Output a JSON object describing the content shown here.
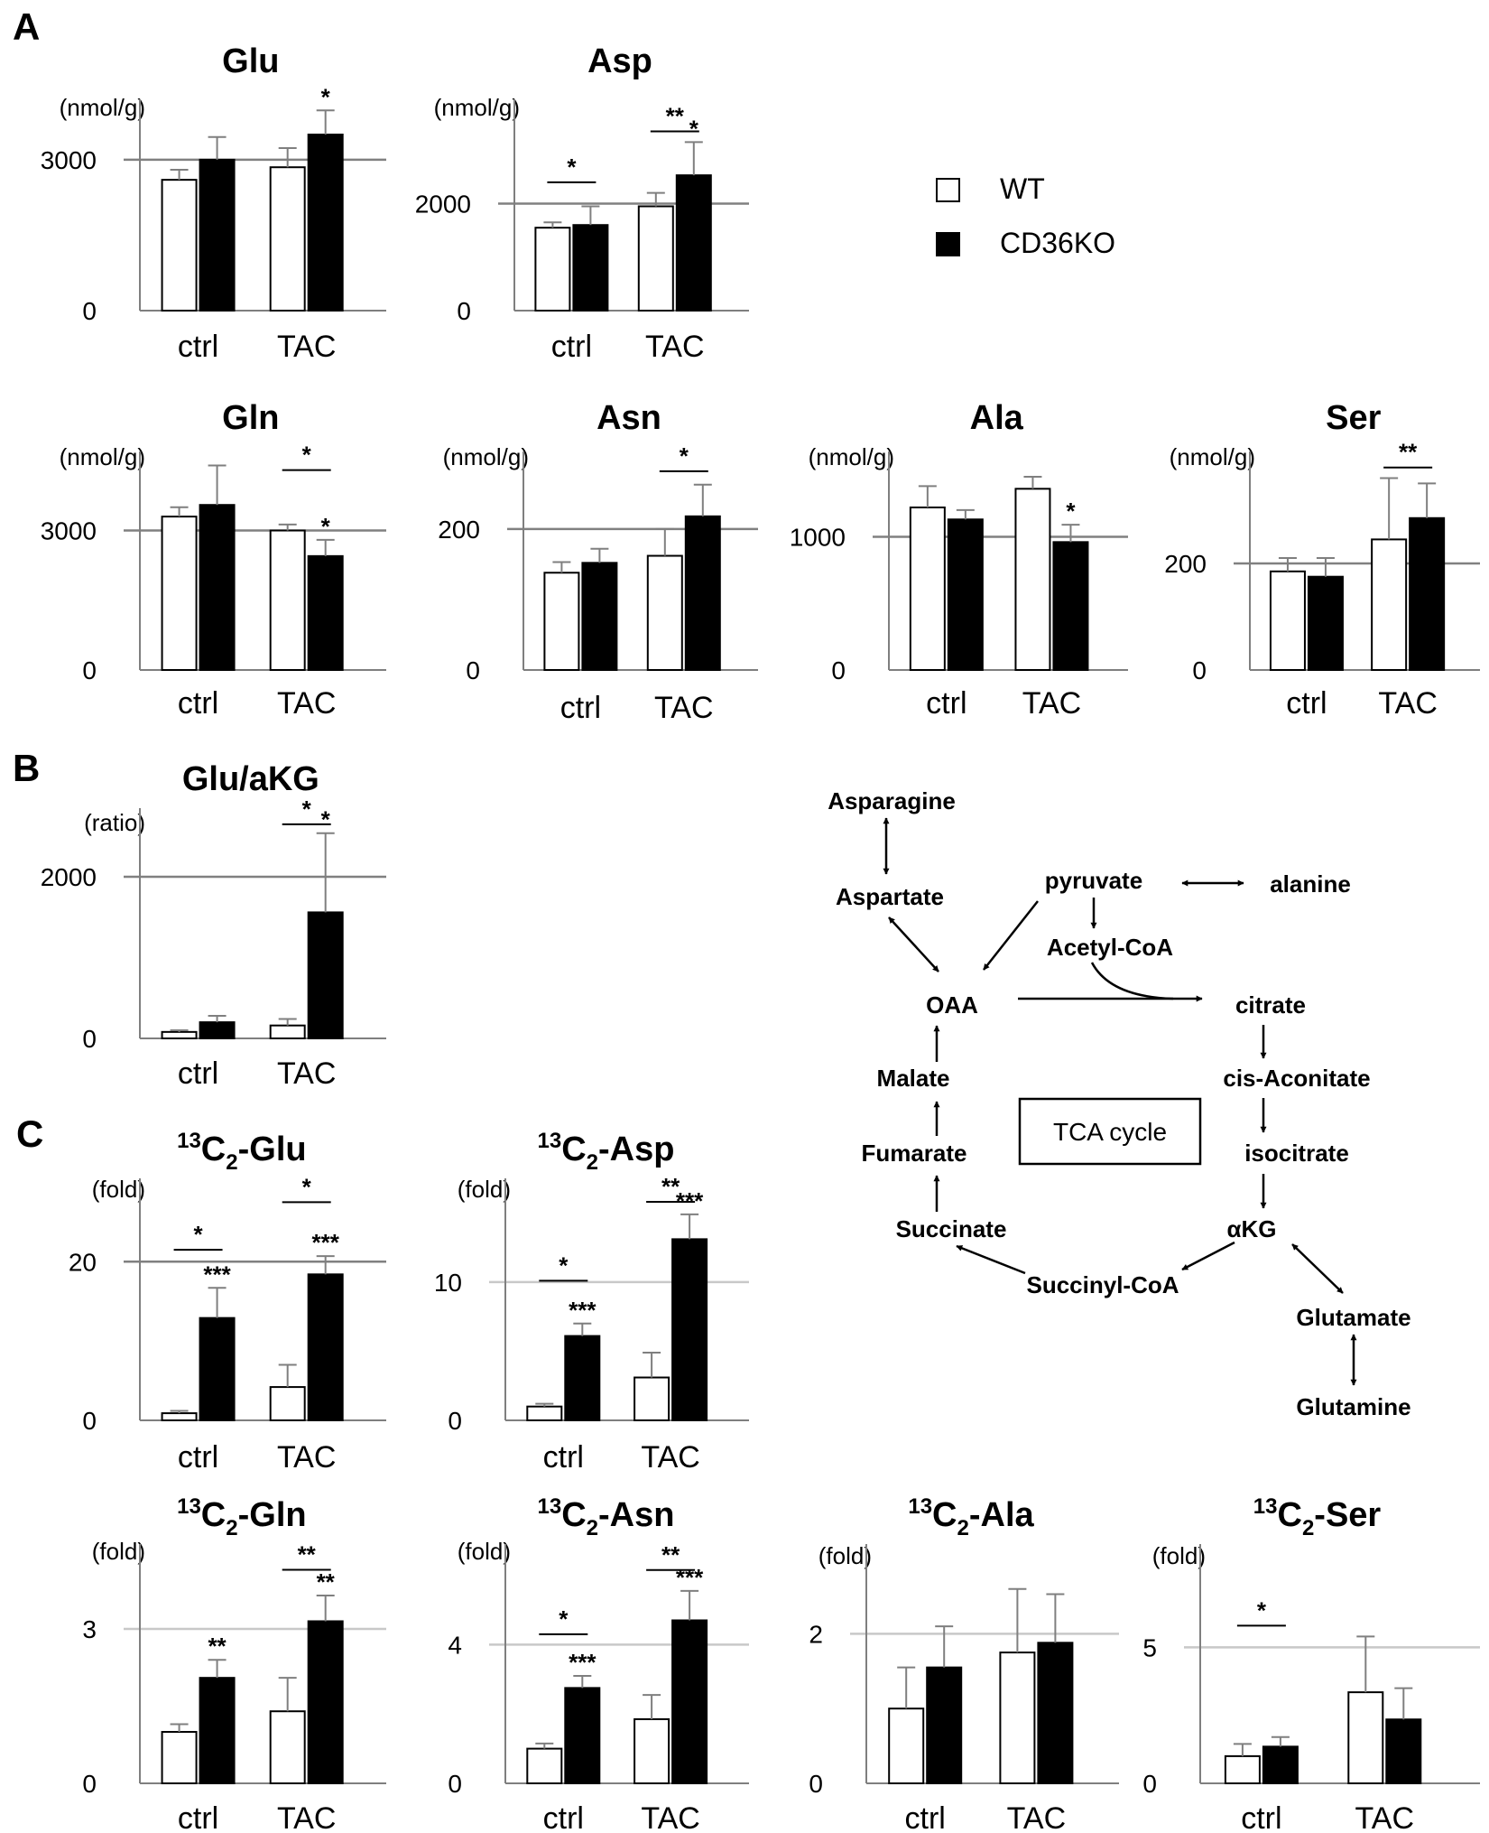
{
  "panel_labels": {
    "a": "A",
    "b": "B",
    "c": "C"
  },
  "legend": {
    "wt": "WT",
    "ko": "CD36KO"
  },
  "colors": {
    "wt_fill": "#ffffff",
    "ko_fill": "#000000",
    "axis": "#7f7f7f",
    "ref": "#808080",
    "ref_light": "#c8c8c8"
  },
  "chart_data": [
    {
      "id": "glu",
      "type": "bar",
      "title": "Glu",
      "ylabel": "(nmol/g)",
      "ylim": [
        0,
        4200
      ],
      "yticks": [
        0,
        3000
      ],
      "ref": 3000,
      "categories": [
        "ctrl",
        "TAC"
      ],
      "series": [
        {
          "name": "WT",
          "values": [
            2600,
            2850
          ],
          "errors": [
            200,
            380
          ]
        },
        {
          "name": "CD36KO",
          "values": [
            3000,
            3500
          ],
          "errors": [
            450,
            480
          ]
        }
      ],
      "annotations": [
        {
          "text": "*",
          "category": "TAC",
          "series": "CD36KO"
        }
      ],
      "brackets": []
    },
    {
      "id": "asp",
      "type": "bar",
      "title": "Asp",
      "ylabel": "(nmol/g)",
      "ylim": [
        0,
        3950
      ],
      "yticks": [
        0,
        2000
      ],
      "ref": 2000,
      "categories": [
        "ctrl",
        "TAC"
      ],
      "series": [
        {
          "name": "WT",
          "values": [
            1550,
            1950
          ],
          "errors": [
            100,
            250
          ]
        },
        {
          "name": "CD36KO",
          "values": [
            1600,
            2530
          ],
          "errors": [
            350,
            620
          ]
        }
      ],
      "annotations": [
        {
          "text": "*",
          "category": "TAC",
          "series": "CD36KO"
        }
      ],
      "brackets": [
        {
          "from": [
            0,
            0
          ],
          "to": [
            1,
            0
          ],
          "text": "*",
          "y": 2400
        },
        {
          "from": [
            0,
            1
          ],
          "to": [
            1,
            1
          ],
          "text": "**",
          "y": 3350
        }
      ]
    },
    {
      "id": "gln",
      "type": "bar",
      "title": "Gln",
      "ylabel": "(nmol/g)",
      "ylim": [
        0,
        4700
      ],
      "yticks": [
        0,
        3000
      ],
      "ref": 3000,
      "categories": [
        "ctrl",
        "TAC"
      ],
      "series": [
        {
          "name": "WT",
          "values": [
            3300,
            3000
          ],
          "errors": [
            200,
            130
          ]
        },
        {
          "name": "CD36KO",
          "values": [
            3550,
            2450
          ],
          "errors": [
            850,
            350
          ]
        }
      ],
      "annotations": [
        {
          "text": "*",
          "category": "TAC",
          "series": "CD36KO"
        }
      ],
      "brackets": [
        {
          "from": [
            0,
            1
          ],
          "to": [
            1,
            1
          ],
          "text": "*",
          "y": 4300
        }
      ]
    },
    {
      "id": "asn",
      "type": "bar",
      "title": "Asn",
      "ylabel": "(nmol/g)",
      "ylim": [
        0,
        310
      ],
      "yticks": [
        0,
        200
      ],
      "ref": 200,
      "categories": [
        "ctrl",
        "TAC"
      ],
      "series": [
        {
          "name": "WT",
          "values": [
            138,
            162
          ],
          "errors": [
            15,
            38
          ]
        },
        {
          "name": "CD36KO",
          "values": [
            152,
            218
          ],
          "errors": [
            20,
            45
          ]
        }
      ],
      "annotations": [],
      "brackets": [
        {
          "from": [
            0,
            1
          ],
          "to": [
            1,
            1
          ],
          "text": "*",
          "y": 282
        }
      ]
    },
    {
      "id": "ala",
      "type": "bar",
      "title": "Ala",
      "ylabel": "(nmol/g)",
      "ylim": [
        0,
        1640
      ],
      "yticks": [
        0,
        1000
      ],
      "ref": 1000,
      "categories": [
        "ctrl",
        "TAC"
      ],
      "series": [
        {
          "name": "WT",
          "values": [
            1220,
            1360
          ],
          "errors": [
            160,
            90
          ]
        },
        {
          "name": "CD36KO",
          "values": [
            1130,
            960
          ],
          "errors": [
            70,
            130
          ]
        }
      ],
      "annotations": [
        {
          "text": "*",
          "category": "TAC",
          "series": "CD36KO"
        }
      ],
      "brackets": []
    },
    {
      "id": "ser",
      "type": "bar",
      "title": "Ser",
      "ylabel": "(nmol/g)",
      "ylim": [
        0,
        410
      ],
      "yticks": [
        0,
        200
      ],
      "ref": 200,
      "categories": [
        "ctrl",
        "TAC"
      ],
      "series": [
        {
          "name": "WT",
          "values": [
            185,
            245
          ],
          "errors": [
            25,
            115
          ]
        },
        {
          "name": "CD36KO",
          "values": [
            175,
            285
          ],
          "errors": [
            35,
            65
          ]
        }
      ],
      "annotations": [],
      "brackets": [
        {
          "from": [
            0,
            1
          ],
          "to": [
            1,
            1
          ],
          "text": "**",
          "y": 380
        }
      ]
    },
    {
      "id": "glu_akg",
      "type": "bar",
      "title": "Glu/aKG",
      "ylabel": "(ratio)",
      "ylim": [
        0,
        2850
      ],
      "yticks": [
        0,
        2000
      ],
      "ref": 2000,
      "categories": [
        "ctrl",
        "TAC"
      ],
      "series": [
        {
          "name": "WT",
          "values": [
            80,
            160
          ],
          "errors": [
            20,
            80
          ]
        },
        {
          "name": "CD36KO",
          "values": [
            200,
            1560
          ],
          "errors": [
            80,
            980
          ]
        }
      ],
      "annotations": [
        {
          "text": "*",
          "category": "TAC",
          "series": "CD36KO"
        }
      ],
      "brackets": [
        {
          "from": [
            0,
            1
          ],
          "to": [
            1,
            1
          ],
          "text": "*",
          "y": 2650
        }
      ]
    },
    {
      "id": "c13_glu",
      "type": "bar",
      "title_sup": "13",
      "title_main": "C",
      "title_sub": "2",
      "title_rest": "-Glu",
      "ylabel": "(fold)",
      "ylim": [
        0,
        30.5
      ],
      "yticks": [
        0,
        20
      ],
      "ref": 20,
      "ref_light": false,
      "categories": [
        "ctrl",
        "TAC"
      ],
      "series": [
        {
          "name": "WT",
          "values": [
            0.9,
            4.2
          ],
          "errors": [
            0.3,
            2.8
          ]
        },
        {
          "name": "CD36KO",
          "values": [
            12.9,
            18.4
          ],
          "errors": [
            3.8,
            2.3
          ]
        }
      ],
      "annotations": [
        {
          "text": "***",
          "category": "ctrl",
          "series": "CD36KO"
        },
        {
          "text": "***",
          "category": "TAC",
          "series": "CD36KO"
        }
      ],
      "brackets": [
        {
          "from": [
            0,
            0
          ],
          "to": [
            1,
            0
          ],
          "text": "*",
          "y": 21.5
        },
        {
          "from": [
            0,
            1
          ],
          "to": [
            1,
            1
          ],
          "text": "*",
          "y": 27.5
        }
      ]
    },
    {
      "id": "c13_asp",
      "type": "bar",
      "title_sup": "13",
      "title_main": "C",
      "title_sub": "2",
      "title_rest": "-Asp",
      "ylabel": "(fold)",
      "ylim": [
        0,
        17.5
      ],
      "yticks": [
        0,
        10
      ],
      "ref": 10,
      "ref_light": true,
      "categories": [
        "ctrl",
        "TAC"
      ],
      "series": [
        {
          "name": "WT",
          "values": [
            1.0,
            3.1
          ],
          "errors": [
            0.2,
            1.8
          ]
        },
        {
          "name": "CD36KO",
          "values": [
            6.1,
            13.1
          ],
          "errors": [
            0.9,
            1.8
          ]
        }
      ],
      "annotations": [
        {
          "text": "***",
          "category": "ctrl",
          "series": "CD36KO"
        },
        {
          "text": "***",
          "category": "TAC",
          "series": "CD36KO"
        }
      ],
      "brackets": [
        {
          "from": [
            0,
            0
          ],
          "to": [
            1,
            0
          ],
          "text": "*",
          "y": 10.1
        },
        {
          "from": [
            0,
            1
          ],
          "to": [
            1,
            1
          ],
          "text": "**",
          "y": 15.8
        }
      ]
    },
    {
      "id": "c13_gln",
      "type": "bar",
      "title_sup": "13",
      "title_main": "C",
      "title_sub": "2",
      "title_rest": "-Gln",
      "ylabel": "(fold)",
      "ylim": [
        0,
        4.65
      ],
      "yticks": [
        0,
        3
      ],
      "ref": 3,
      "ref_light": true,
      "categories": [
        "ctrl",
        "TAC"
      ],
      "series": [
        {
          "name": "WT",
          "values": [
            1.0,
            1.4
          ],
          "errors": [
            0.15,
            0.65
          ]
        },
        {
          "name": "CD36KO",
          "values": [
            2.05,
            3.15
          ],
          "errors": [
            0.35,
            0.5
          ]
        }
      ],
      "annotations": [
        {
          "text": "**",
          "category": "ctrl",
          "series": "CD36KO"
        },
        {
          "text": "**",
          "category": "TAC",
          "series": "CD36KO"
        }
      ],
      "brackets": [
        {
          "from": [
            0,
            1
          ],
          "to": [
            1,
            1
          ],
          "text": "**",
          "y": 4.15
        }
      ]
    },
    {
      "id": "c13_asn",
      "type": "bar",
      "title_sup": "13",
      "title_main": "C",
      "title_sub": "2",
      "title_rest": "-Asn",
      "ylabel": "(fold)",
      "ylim": [
        0,
        6.9
      ],
      "yticks": [
        0,
        4
      ],
      "ref": 4,
      "ref_light": true,
      "categories": [
        "ctrl",
        "TAC"
      ],
      "series": [
        {
          "name": "WT",
          "values": [
            1.0,
            1.85
          ],
          "errors": [
            0.15,
            0.7
          ]
        },
        {
          "name": "CD36KO",
          "values": [
            2.75,
            4.7
          ],
          "errors": [
            0.35,
            0.85
          ]
        }
      ],
      "annotations": [
        {
          "text": "***",
          "category": "ctrl",
          "series": "CD36KO"
        },
        {
          "text": "***",
          "category": "TAC",
          "series": "CD36KO"
        }
      ],
      "brackets": [
        {
          "from": [
            0,
            0
          ],
          "to": [
            1,
            0
          ],
          "text": "*",
          "y": 4.3
        },
        {
          "from": [
            0,
            1
          ],
          "to": [
            1,
            1
          ],
          "text": "**",
          "y": 6.15
        }
      ]
    },
    {
      "id": "c13_ala",
      "type": "bar",
      "title_sup": "13",
      "title_main": "C",
      "title_sub": "2",
      "title_rest": "-Ala",
      "ylabel": "(fold)",
      "ylim": [
        0,
        3.2
      ],
      "yticks": [
        0,
        2
      ],
      "ref": 2,
      "ref_light": true,
      "categories": [
        "ctrl",
        "TAC"
      ],
      "series": [
        {
          "name": "WT",
          "values": [
            1.0,
            1.75
          ],
          "errors": [
            0.55,
            0.85
          ]
        },
        {
          "name": "CD36KO",
          "values": [
            1.55,
            1.88
          ],
          "errors": [
            0.55,
            0.65
          ]
        }
      ],
      "annotations": [],
      "brackets": []
    },
    {
      "id": "c13_ser",
      "type": "bar",
      "title_sup": "13",
      "title_main": "C",
      "title_sub": "2",
      "title_rest": "-Ser",
      "ylabel": "(fold)",
      "ylim": [
        0,
        8.8
      ],
      "yticks": [
        0,
        5
      ],
      "ref": 5,
      "ref_light": true,
      "categories": [
        "ctrl",
        "TAC"
      ],
      "series": [
        {
          "name": "WT",
          "values": [
            1.0,
            3.35
          ],
          "errors": [
            0.45,
            2.05
          ]
        },
        {
          "name": "CD36KO",
          "values": [
            1.35,
            2.35
          ],
          "errors": [
            0.35,
            1.15
          ]
        }
      ],
      "annotations": [],
      "brackets": [
        {
          "from": [
            0,
            0
          ],
          "to": [
            1,
            0
          ],
          "text": "*",
          "y": 5.8
        }
      ]
    }
  ],
  "pathway": {
    "center_label": "TCA cycle",
    "nodes": {
      "asparagine": "Asparagine",
      "aspartate": "Aspartate",
      "pyruvate": "pyruvate",
      "alanine": "alanine",
      "acetyl_coa": "Acetyl-CoA",
      "oaa": "OAA",
      "citrate": "citrate",
      "malate": "Malate",
      "cis_aconitate": "cis-Aconitate",
      "fumarate": "Fumarate",
      "isocitrate": "isocitrate",
      "succinate": "Succinate",
      "akg": "αKG",
      "succinyl_coa": "Succinyl-CoA",
      "glutamate": "Glutamate",
      "glutamine": "Glutamine"
    }
  }
}
